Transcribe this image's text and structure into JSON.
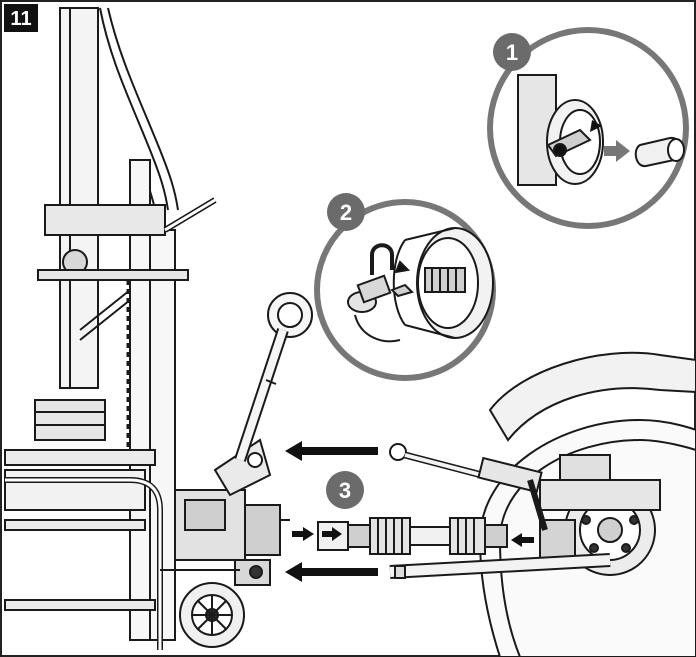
{
  "figure": {
    "number": "11",
    "colors": {
      "line": "#1a1a1a",
      "badge": "#6b6b6b",
      "shade": "#cfcfcf",
      "arrow": "#111111"
    }
  },
  "steps": [
    {
      "label": "1"
    },
    {
      "label": "2"
    },
    {
      "label": "3"
    }
  ],
  "icons": [
    "arrow-right-icon",
    "arrow-left-icon",
    "padlock-icon",
    "pin-icon"
  ]
}
